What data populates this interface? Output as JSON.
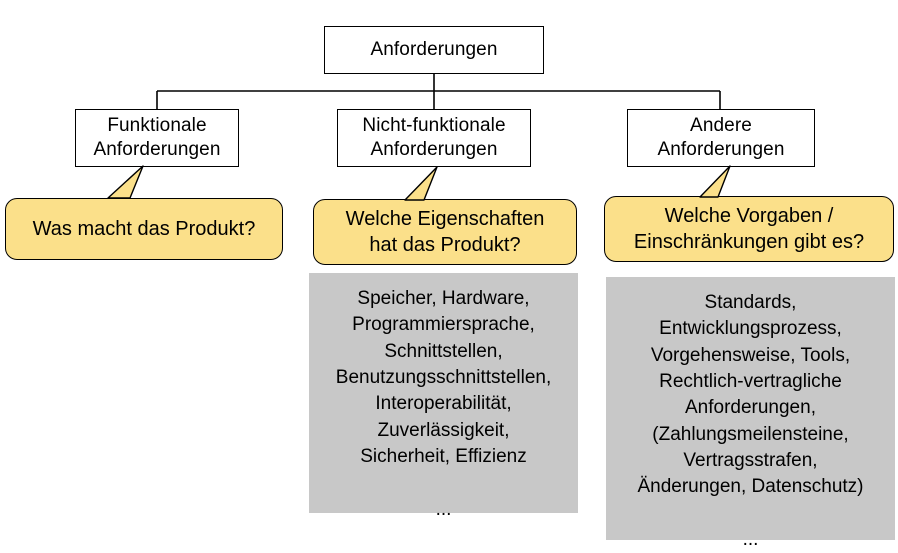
{
  "diagram": {
    "title_text": "Anforderungen",
    "root": {
      "label": "Anforderungen"
    },
    "branches": [
      {
        "id": "functional",
        "node_label": "Funktionale\nAnforderungen",
        "callout_label": "Was macht das Produkt?",
        "detail_label": ""
      },
      {
        "id": "non-functional",
        "node_label": "Nicht-funktionale\nAnforderungen",
        "callout_label": "Welche Eigenschaften\nhat das Produkt?",
        "detail_label": "Speicher, Hardware,\nProgrammiersprache,\nSchnittstellen,\nBenutzungsschnittstellen,\nInteroperabilität,\nZuverlässigkeit,\nSicherheit, Effizienz\n\n..."
      },
      {
        "id": "other",
        "node_label": "Andere\nAnforderungen",
        "callout_label": "Welche Vorgaben /\nEinschränkungen gibt es?",
        "detail_label": "Standards,\nEntwicklungsprozess,\nVorgehensweise, Tools,\nRechtlich-vertragliche\nAnforderungen,\n(Zahlungsmeilensteine,\nVertragsstrafen,\nÄnderungen, Datenschutz)\n\n..."
      }
    ],
    "colors": {
      "node_fill": "#ffffff",
      "node_stroke": "#000000",
      "callout_fill": "#fbe08a",
      "callout_stroke": "#000000",
      "detail_fill": "#c8c8c8",
      "connector": "#000000",
      "text": "#000000",
      "background": "#ffffff"
    }
  }
}
